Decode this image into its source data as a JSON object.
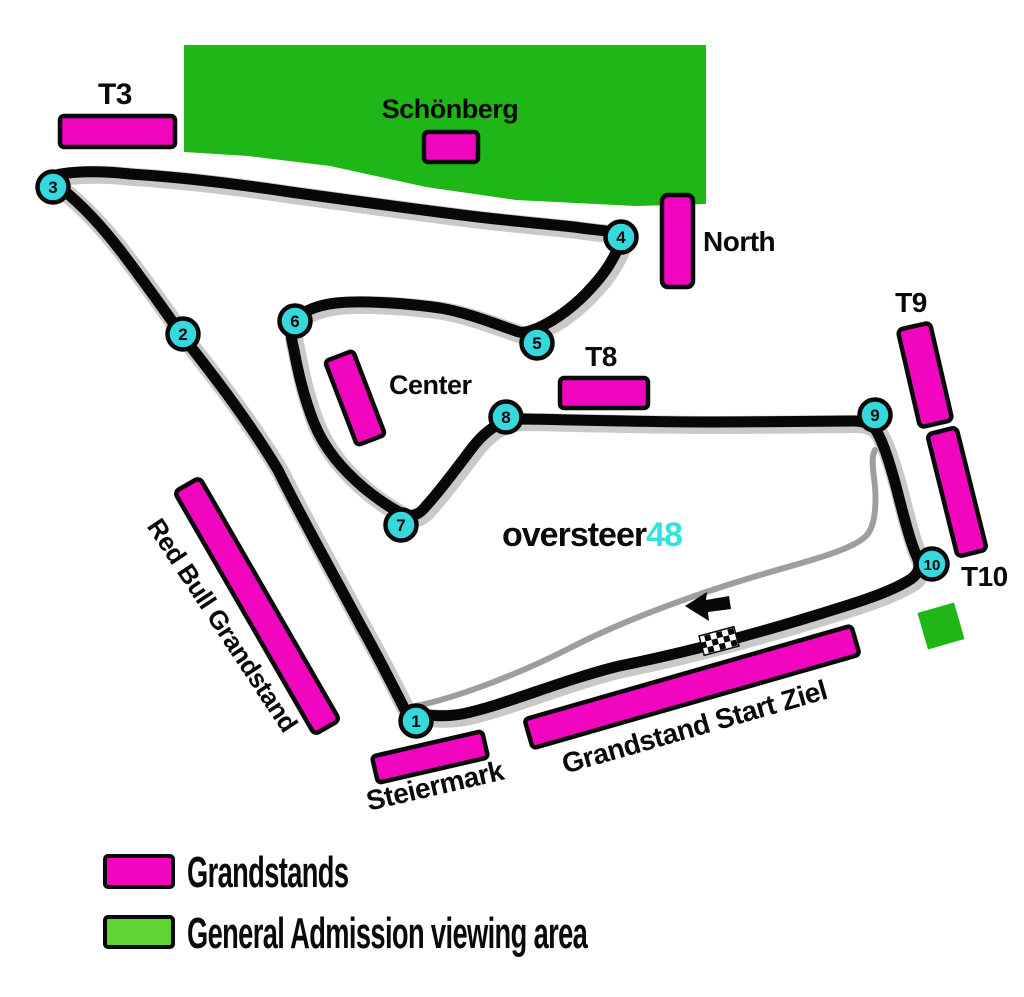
{
  "map": {
    "watermark": {
      "text": "oversteer",
      "accent": "48"
    },
    "turns": [
      "1",
      "2",
      "3",
      "4",
      "5",
      "6",
      "7",
      "8",
      "9",
      "10"
    ],
    "area_labels": {
      "schonberg": "Schönberg"
    },
    "grandstand_labels": {
      "t3": "T3",
      "north": "North",
      "t8": "T8",
      "t9": "T9",
      "t10": "T10",
      "center": "Center",
      "red_bull": "Red Bull Grandstand",
      "steiermark": "Steiermark",
      "start_ziel": "Grandstand Start Ziel"
    },
    "colors": {
      "grandstand": "#F105BF",
      "general_admission": "#1FB717",
      "turn_marker": "#35D8DC",
      "watermark_accent": "#2EE4DC",
      "track": "#080808",
      "track_casing": "#C9C9C9",
      "pit_lane": "#9E9EA0"
    }
  },
  "legend": {
    "grandstands": {
      "label": "Grandstands",
      "color": "#F105BF"
    },
    "general_admission": {
      "label": "General Admission viewing area",
      "color": "#5FD331"
    }
  }
}
